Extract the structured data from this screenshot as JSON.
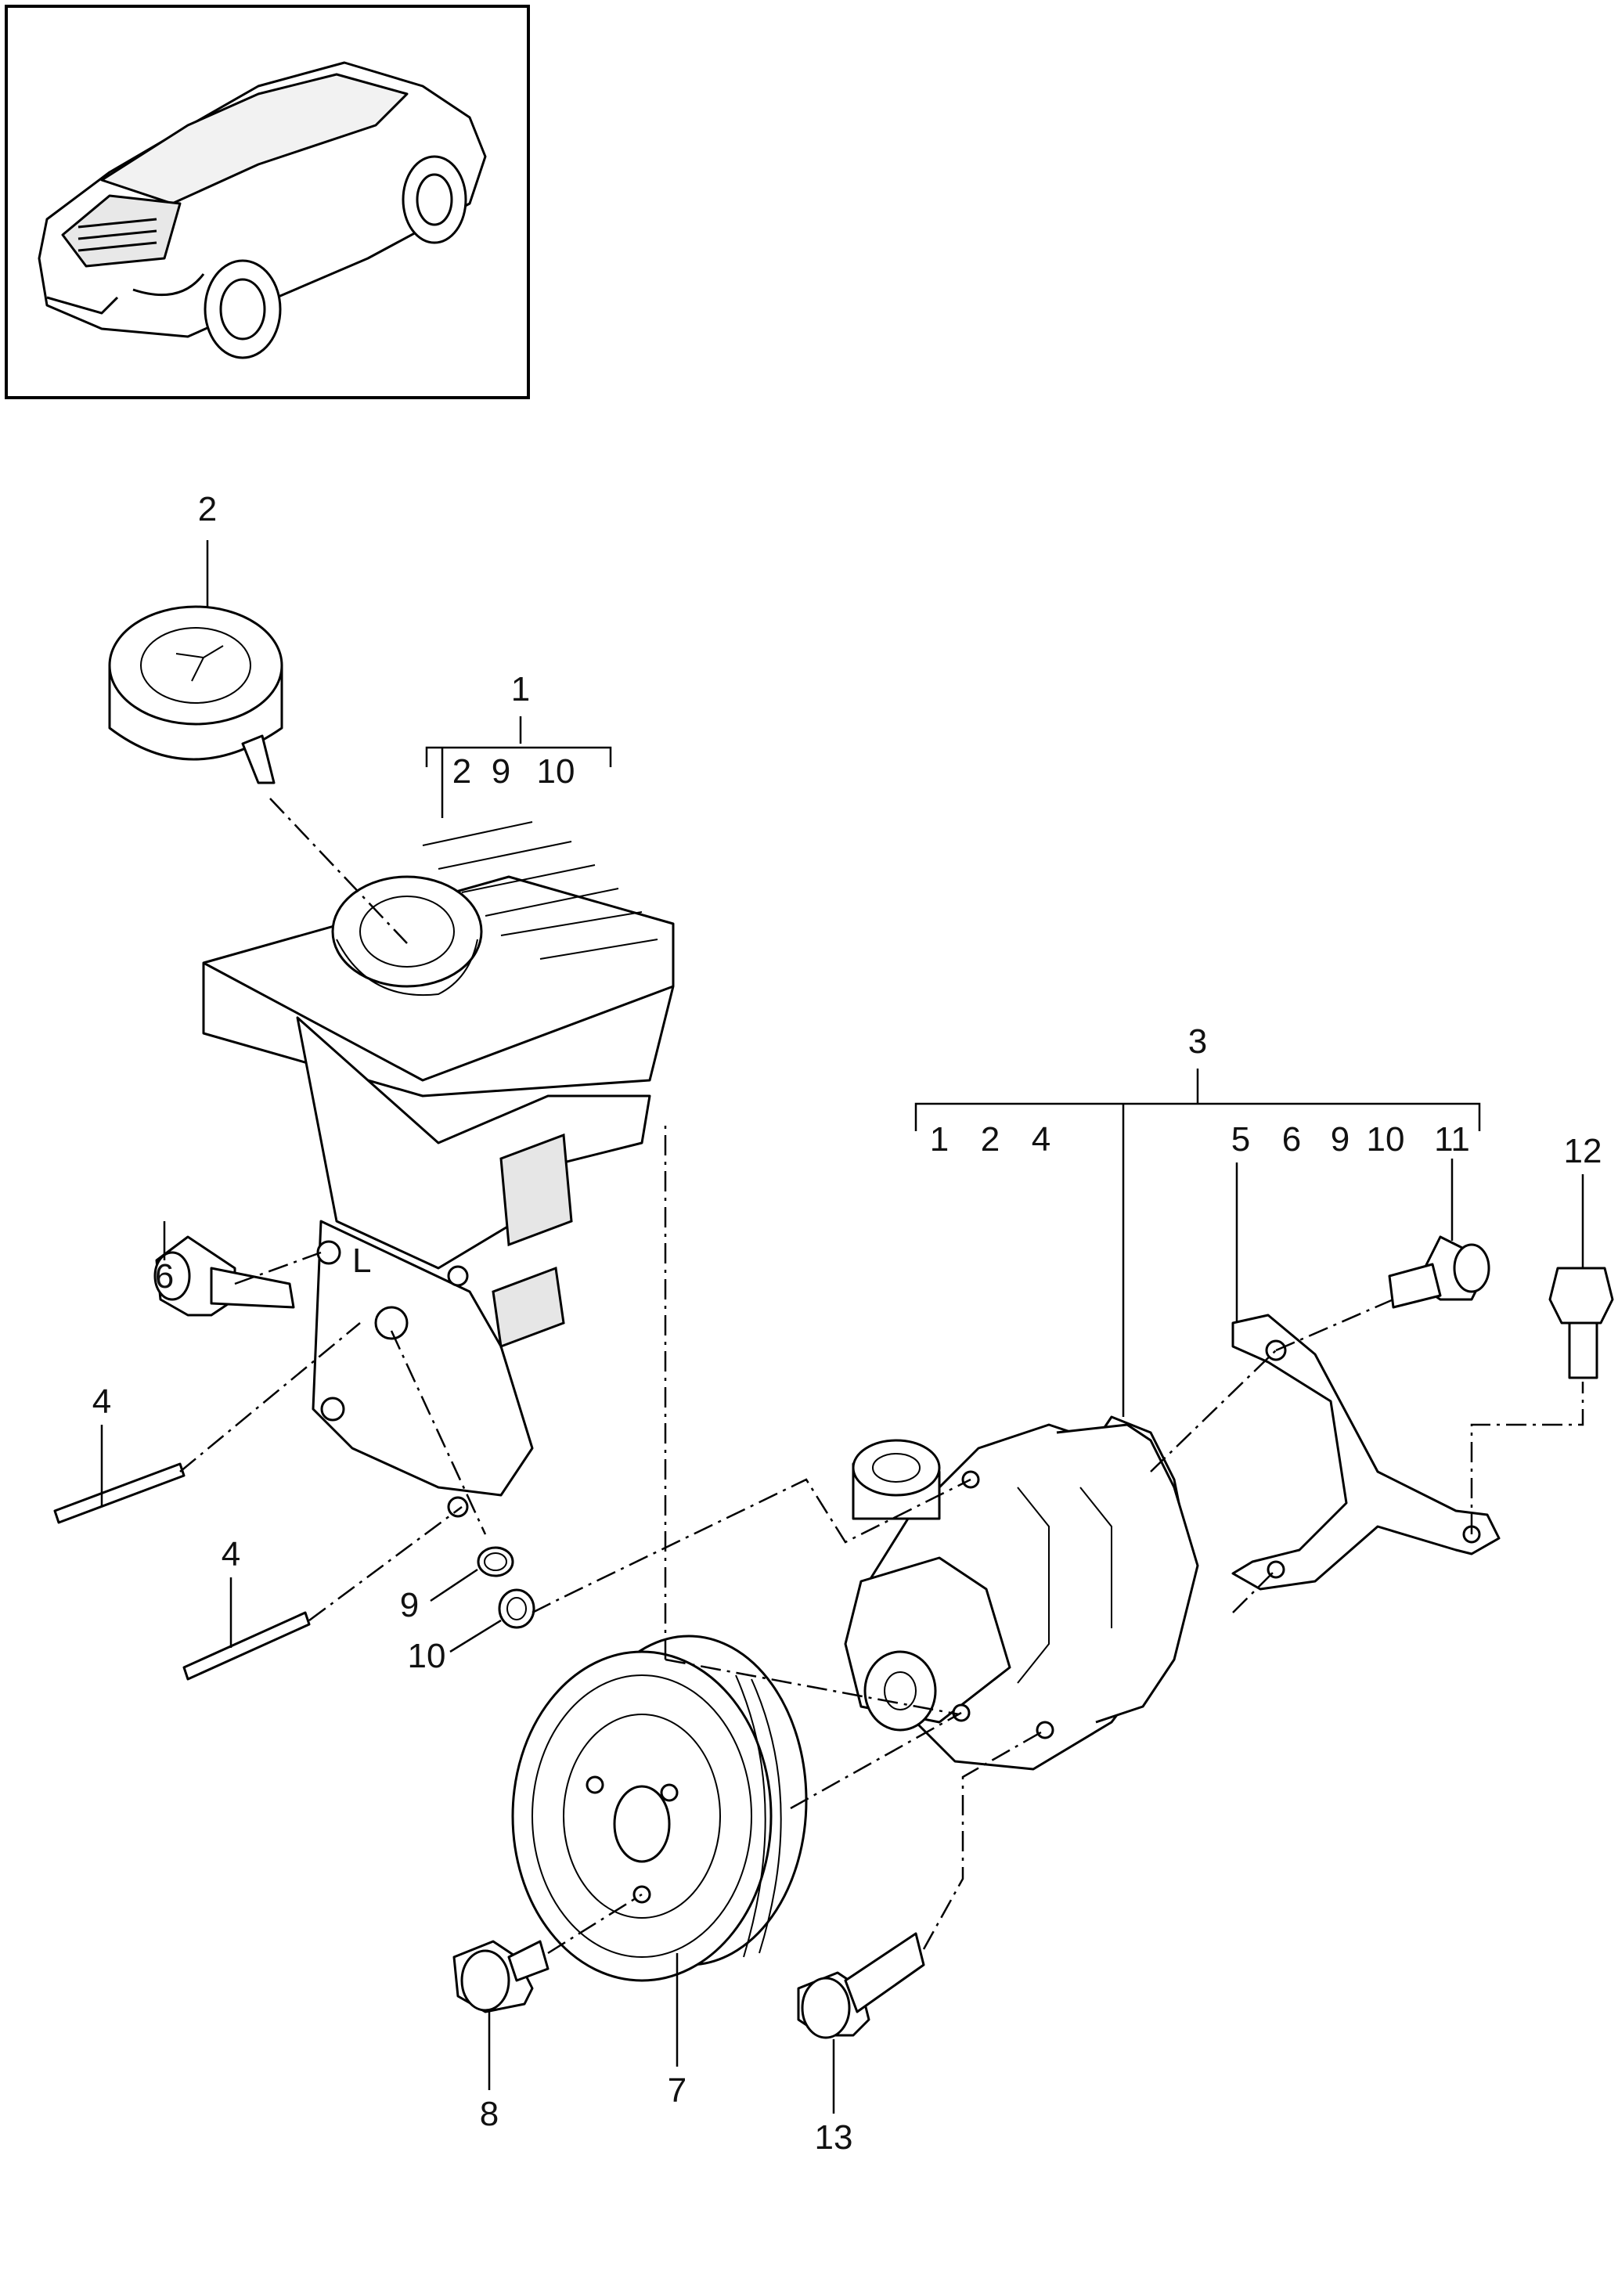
{
  "callouts": {
    "c1": "1",
    "c2": "2",
    "c3": "3",
    "c4a": "4",
    "c4b": "4",
    "c5": "5",
    "c6": "6",
    "c7": "7",
    "c8": "8",
    "c9": "9",
    "c10": "10",
    "c11": "11",
    "c12": "12",
    "c13": "13"
  },
  "group1": {
    "s1": "2",
    "s2": "9",
    "s3": "10"
  },
  "group3": {
    "s1": "1",
    "s2": "2",
    "s3": "4",
    "s4": "5",
    "s5": "6",
    "s6": "9",
    "s7": "10",
    "s8": "11"
  },
  "tank_mark": "L"
}
